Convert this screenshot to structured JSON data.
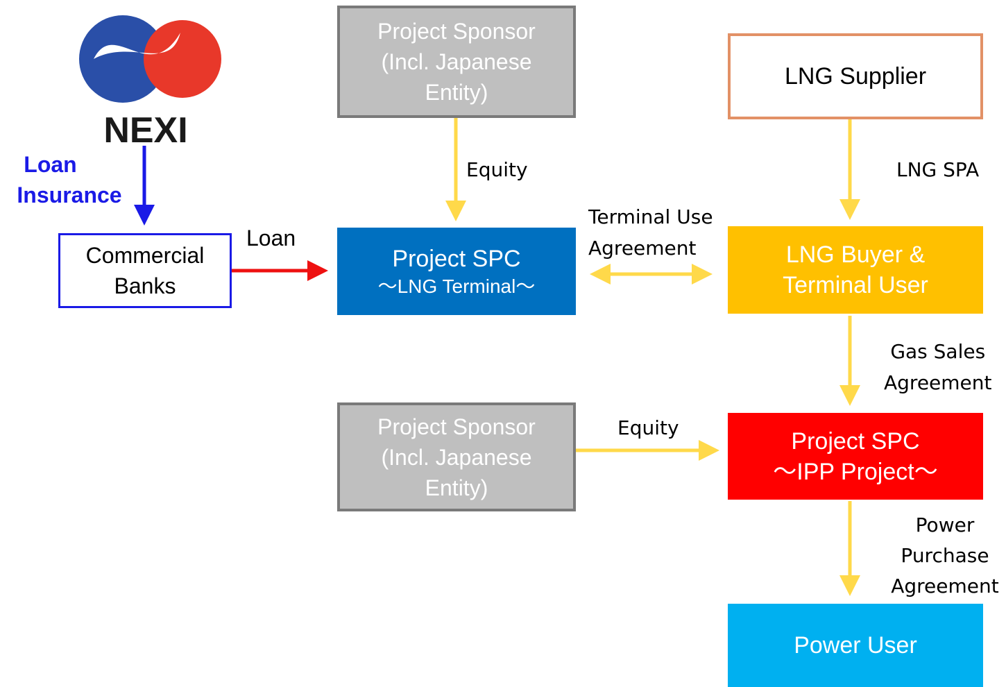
{
  "logo": {
    "text": "NEXI",
    "colors": {
      "blue": "#2a4fa8",
      "red": "#e8382a",
      "text": "#1a1a1a"
    }
  },
  "loan_insurance": {
    "line1": "Loan",
    "line2": "Insurance",
    "color": "#1a1ae6"
  },
  "commercial_banks": {
    "line1": "Commercial",
    "line2": "Banks",
    "border_color": "#1a1ae6"
  },
  "loan_label": "Loan",
  "sponsor_top": {
    "line1": "Project Sponsor",
    "line2": "(Incl. Japanese",
    "line3": "Entity)"
  },
  "sponsor_bottom": {
    "line1": "Project Sponsor",
    "line2": "(Incl. Japanese",
    "line3": "Entity)"
  },
  "equity_top": "Equity",
  "equity_bottom": "Equity",
  "spc_terminal": {
    "line1": "Project SPC",
    "line2": "～LNG Terminal～",
    "color": "#0070c0"
  },
  "terminal_use": {
    "line1": "Terminal Use",
    "line2": "Agreement"
  },
  "lng_supplier": {
    "label": "LNG Supplier",
    "border_color": "#e29166"
  },
  "lng_spa": "LNG SPA",
  "lng_buyer": {
    "line1": "LNG Buyer &",
    "line2": "Terminal User",
    "color": "#ffc000"
  },
  "gas_sales": {
    "line1": "Gas Sales",
    "line2": "Agreement"
  },
  "spc_ipp": {
    "line1": "Project SPC",
    "line2": "～IPP Project～",
    "color": "#ff0000"
  },
  "ppa": {
    "line1": "Power",
    "line2": "Purchase",
    "line3": "Agreement"
  },
  "power_user": {
    "label": "Power User",
    "color": "#00b0f0"
  },
  "arrow_colors": {
    "yellow": "#ffd94a",
    "red": "#ee1111",
    "blue": "#1a1ae6"
  }
}
